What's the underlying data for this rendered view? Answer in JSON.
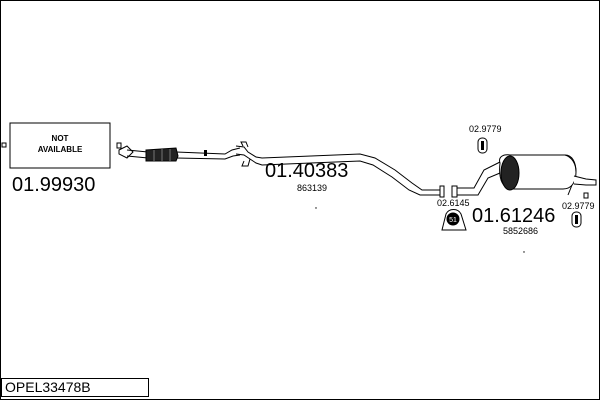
{
  "diagram": {
    "catalog_code": "OPEL33478B",
    "parts": [
      {
        "id": "downpipe",
        "lines": [
          "NOT",
          "AVAILABLE"
        ],
        "part_number": "01.99930"
      },
      {
        "id": "middle_pipe",
        "part_number": "01.40383",
        "oe_number": "863139"
      },
      {
        "id": "rear_silencer",
        "part_number": "01.61246",
        "oe_number": "5852686"
      }
    ],
    "accessories": [
      {
        "id": "rubber_top",
        "part_number": "02.9779"
      },
      {
        "id": "clamp",
        "part_number": "02.6145"
      },
      {
        "id": "rubber_bottom",
        "part_number": "02.9779"
      }
    ]
  }
}
